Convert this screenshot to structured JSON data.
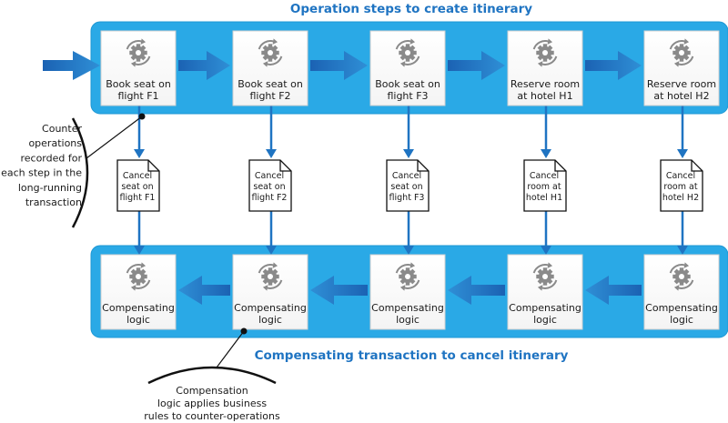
{
  "titles": {
    "top": "Operation steps to create itinerary",
    "bottom": "Compensating transaction to cancel itinerary"
  },
  "operation_steps": [
    {
      "line1": "Book seat on",
      "line2": "flight F1",
      "icon": "gear-cycle-icon"
    },
    {
      "line1": "Book seat on",
      "line2": "flight F2",
      "icon": "gear-cycle-icon"
    },
    {
      "line1": "Book seat on",
      "line2": "flight F3",
      "icon": "gear-cycle-icon"
    },
    {
      "line1": "Reserve room",
      "line2": "at hotel H1",
      "icon": "gear-cycle-icon"
    },
    {
      "line1": "Reserve room",
      "line2": "at hotel H2",
      "icon": "gear-cycle-icon"
    }
  ],
  "counter_operations": [
    {
      "lines": [
        "Cancel",
        "seat on",
        "flight F1"
      ],
      "icon": "document-icon"
    },
    {
      "lines": [
        "Cancel",
        "seat on",
        "flight F2"
      ],
      "icon": "document-icon"
    },
    {
      "lines": [
        "Cancel",
        "seat on",
        "flight F3"
      ],
      "icon": "document-icon"
    },
    {
      "lines": [
        "Cancel",
        "room at",
        "hotel H1"
      ],
      "icon": "document-icon"
    },
    {
      "lines": [
        "Cancel",
        "room at",
        "hotel H2"
      ],
      "icon": "document-icon"
    }
  ],
  "compensating_steps": [
    {
      "line1": "Compensating",
      "line2": "logic",
      "icon": "gear-cycle-icon"
    },
    {
      "line1": "Compensating",
      "line2": "logic",
      "icon": "gear-cycle-icon"
    },
    {
      "line1": "Compensating",
      "line2": "logic",
      "icon": "gear-cycle-icon"
    },
    {
      "line1": "Compensating",
      "line2": "logic",
      "icon": "gear-cycle-icon"
    },
    {
      "line1": "Compensating",
      "line2": "logic",
      "icon": "gear-cycle-icon"
    }
  ],
  "annotations": {
    "counter_note": [
      "Counter",
      "operations",
      "recorded for",
      "each step in the",
      "long-running",
      "transaction"
    ],
    "compensation_note": [
      "Compensation",
      "logic applies business",
      "rules to counter-operations"
    ]
  },
  "colors": {
    "band": "#2aa9e6",
    "band_border": "#1f98d4",
    "arrow_start": "#1b62b3",
    "arrow_end": "#2f8fd6",
    "connector": "#1f74c2",
    "title": "#1f74c2",
    "icon": "#8a8a8a",
    "text": "#1a1a1a"
  }
}
